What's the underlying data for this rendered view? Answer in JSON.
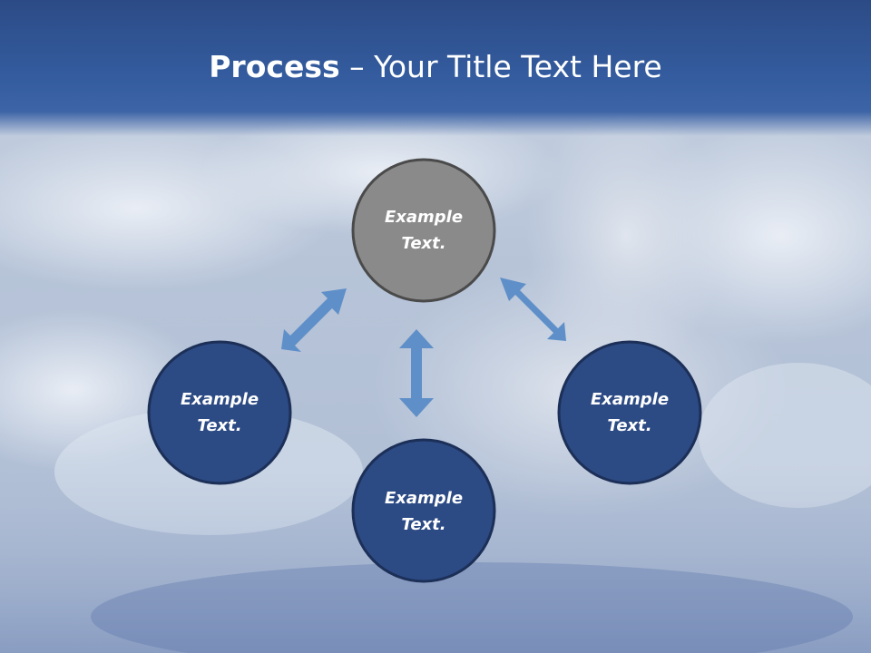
{
  "slide": {
    "title_bold": "Process",
    "title_dash": " – ",
    "title_rest": "Your Title Text Here"
  },
  "nodes": [
    {
      "id": "top",
      "line1": "Example",
      "line2": "Text.",
      "fill": "#8a8a8a",
      "border": "#4a4a4a"
    },
    {
      "id": "left",
      "line1": "Example",
      "line2": "Text.",
      "fill": "#2c4a84",
      "border": "#1c2f57"
    },
    {
      "id": "right",
      "line1": "Example",
      "line2": "Text.",
      "fill": "#2c4a84",
      "border": "#1c2f57"
    },
    {
      "id": "bottom",
      "line1": "Example",
      "line2": "Text.",
      "fill": "#2c4a84",
      "border": "#1c2f57"
    }
  ],
  "colors": {
    "header": "#345da0",
    "arrow": "#5f8fc8"
  },
  "icons": {
    "arrow": "double-headed-arrow-icon"
  }
}
